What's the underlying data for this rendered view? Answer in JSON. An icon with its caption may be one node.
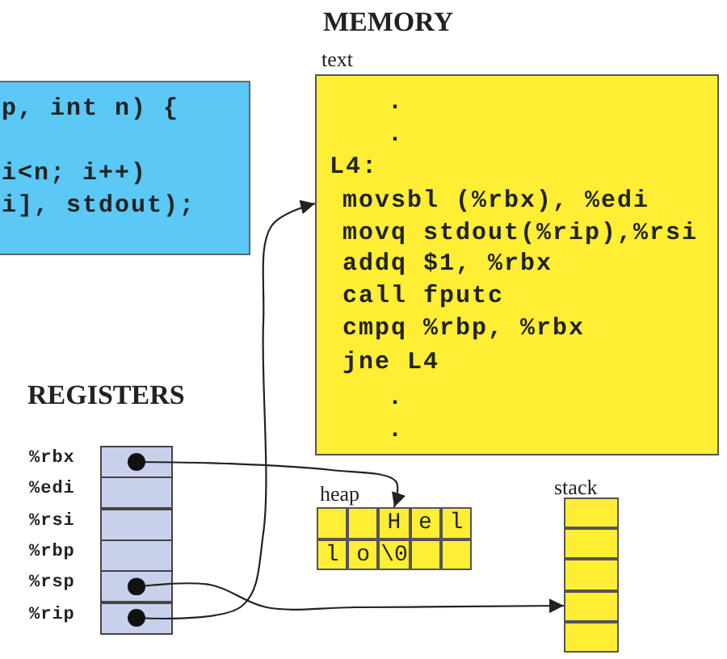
{
  "diagram": {
    "nodes": [
      {
        "text": [
          "p, int n) {",
          "i<n; i++)",
          "i], stdout);"
        ]
      },
      {
        "text": [
          "text",
          ".",
          ".",
          "L4:",
          "movsbl (%rbx), %edi",
          "movq stdout(%rip),%rsi",
          "addq $1, %rbx",
          "call fputc",
          "cmpq %rbp, %rbx",
          "jne L4",
          ".",
          "."
        ]
      },
      {
        "text": [],
        "shape": "box",
        "beside": [
          "%rbx"
        ]
      },
      {
        "text": [],
        "shape": "box",
        "beside": [
          "%edi"
        ]
      },
      {
        "text": [],
        "shape": "box",
        "beside": [
          "%rsi"
        ]
      },
      {
        "text": [],
        "shape": "box",
        "beside": [
          "%rbp"
        ]
      },
      {
        "text": [],
        "shape": "box",
        "beside": [
          "%rsp"
        ]
      },
      {
        "text": [],
        "shape": "box",
        "beside": [
          "%rip"
        ]
      },
      {
        "text": [
          "heap"
        ]
      },
      {
        "text": [],
        "shape": "box",
        "in": 8
      },
      {
        "text": [],
        "shape": "box",
        "in": 8
      },
      {
        "text": [
          "H"
        ],
        "in": 8
      },
      {
        "text": [
          "e"
        ],
        "in": 8
      },
      {
        "text": [
          "l"
        ],
        "in": 8
      },
      {
        "text": [
          "l"
        ],
        "in": 8
      },
      {
        "text": [
          "o"
        ],
        "in": 8
      },
      {
        "text": [
          "\\0"
        ],
        "in": 8
      },
      {
        "text": [],
        "shape": "box",
        "in": 8
      },
      {
        "text": [],
        "shape": "box",
        "in": 8
      },
      {
        "text": [
          "stack"
        ]
      },
      {
        "text": [],
        "shape": "box",
        "in": 19
      },
      {
        "text": [],
        "shape": "box",
        "in": 19
      },
      {
        "text": [],
        "shape": "box",
        "in": 19
      },
      {
        "text": [],
        "shape": "box",
        "in": 19
      },
      {
        "text": [],
        "shape": "box",
        "in": 19
      }
    ],
    "edges": [
      {
        "from": 2,
        "to": 11,
        "arrow": "to"
      },
      {
        "from": 6,
        "to": 23,
        "arrow": "to"
      },
      {
        "from": 7,
        "to": 1,
        "arrow": "to"
      }
    ],
    "labels": [
      "MEMORY",
      "REGISTERS"
    ]
  }
}
